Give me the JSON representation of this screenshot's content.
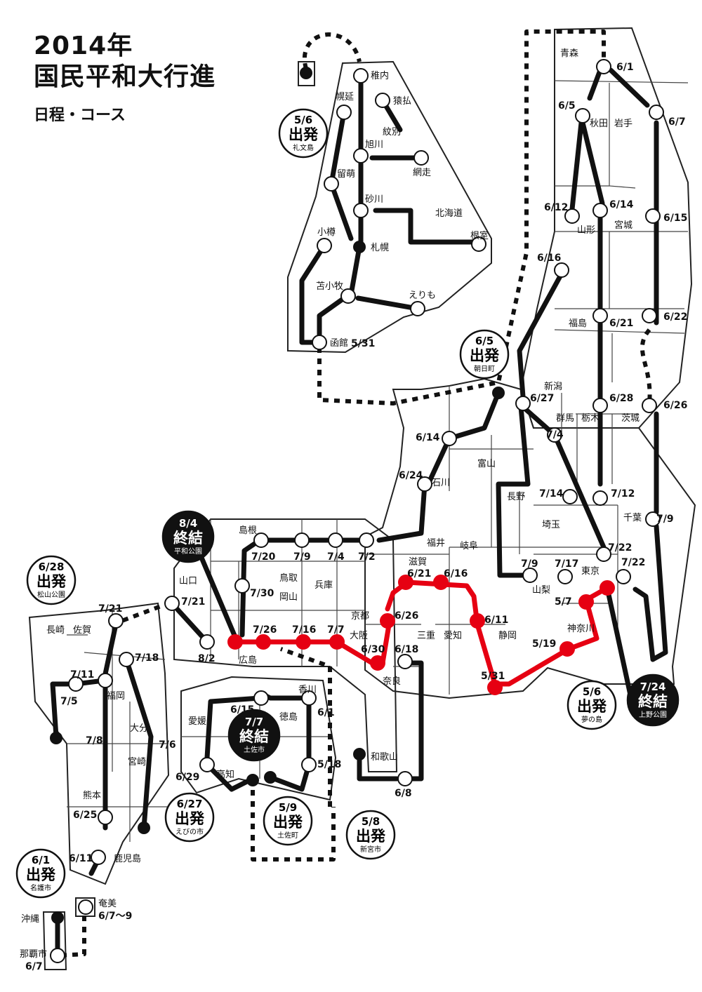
{
  "header": {
    "year": "2014年",
    "title": "国民平和大行進",
    "subtitle": "日程・コース"
  },
  "colors": {
    "route": "#111111",
    "highlight": "#e60012",
    "background": "#ffffff"
  },
  "labels": {
    "hokkaido": "北海道",
    "wakkanai": "稚内",
    "sarufutsu": "猿払",
    "horonobe": "幌延",
    "monbetsu": "紋別",
    "asahikawa": "旭川",
    "abashiri": "網走",
    "rumoi": "留萌",
    "sunagawa": "砂川",
    "sapporo": "札幌",
    "otaru": "小樽",
    "nemuro": "根室",
    "tomakomai": "苫小牧",
    "erimo": "えりも",
    "hakodate": "函館",
    "aomori": "青森",
    "akita": "秋田",
    "iwate": "岩手",
    "yamagata": "山形",
    "miyagi": "宮城",
    "fukushima": "福島",
    "niigata": "新潟",
    "gunma": "群馬",
    "tochigi": "栃木",
    "ibaraki": "茨城",
    "toyama": "富山",
    "ishikawa": "石川",
    "nagano": "長野",
    "saitama": "埼玉",
    "chiba": "千葉",
    "tokyo": "東京",
    "yamanashi": "山梨",
    "kanagawa": "神奈川",
    "shizuoka": "静岡",
    "aichi": "愛知",
    "gifu": "岐阜",
    "fukui": "福井",
    "shiga": "滋賀",
    "kyoto": "京都",
    "mie": "三重",
    "osaka": "大阪",
    "nara": "奈良",
    "wakayama": "和歌山",
    "hyogo": "兵庫",
    "tottori": "鳥取",
    "shimane": "島根",
    "okayama": "岡山",
    "hiroshima": "広島",
    "yamaguchi": "山口",
    "kagawa": "香川",
    "tokushima": "徳島",
    "ehime": "愛媛",
    "kochi": "高知",
    "nagasaki": "長崎",
    "saga": "佐賀",
    "fukuoka": "福岡",
    "oita": "大分",
    "kumamoto": "熊本",
    "miyazaki": "宮崎",
    "kagoshima": "鹿児島",
    "amami": "奄美",
    "okinawa": "沖縄",
    "naha": "那覇市"
  },
  "dates": {
    "d531h": "5/31",
    "d61": "6/1",
    "d65": "6/5",
    "d67": "6/7",
    "d612": "6/12",
    "d614e": "6/14",
    "d615": "6/15",
    "d616e": "6/16",
    "d621e": "6/21",
    "d622": "6/22",
    "d627": "6/27",
    "d628": "6/28",
    "d626e": "6/26",
    "d614w": "6/14",
    "d624": "6/24",
    "d74": "7/4",
    "d714": "7/14",
    "d712": "7/12",
    "d79e": "7/9",
    "d722a": "7/22",
    "d722b": "7/22",
    "d79c": "7/9",
    "d717": "7/17",
    "d57": "5/7",
    "d519": "5/19",
    "d531c": "5/31",
    "d611": "6/11",
    "d626c": "6/26",
    "d621c": "6/21",
    "d616c": "6/16",
    "d630": "6/30",
    "d618": "6/18",
    "d68": "6/8",
    "d720": "7/20",
    "d79w": "7/9",
    "d74w": "7/4",
    "d72": "7/2",
    "d730": "7/30",
    "d726": "7/26",
    "d716": "7/16",
    "d77": "7/7",
    "d721a": "7/21",
    "d721b": "7/21",
    "d82": "8/2",
    "d61s": "6/1",
    "d615s": "6/15",
    "d629": "6/29",
    "d518": "5/18",
    "d718": "7/18",
    "d711": "7/11",
    "d75": "7/5",
    "d78": "7/8",
    "d76": "7/6",
    "d625": "6/25",
    "d611k": "6/11",
    "d67n": "6/7",
    "d679": "6/7～9"
  },
  "badges": [
    {
      "date": "5/6",
      "kind": "出発",
      "place": "礼文島",
      "dark": false
    },
    {
      "date": "6/5",
      "kind": "出発",
      "place": "朝日町",
      "dark": false
    },
    {
      "date": "8/4",
      "kind": "終結",
      "place": "平和公園",
      "dark": true
    },
    {
      "date": "6/28",
      "kind": "出発",
      "place": "松山公園",
      "dark": false
    },
    {
      "date": "7/7",
      "kind": "終結",
      "place": "土佐市",
      "dark": true
    },
    {
      "date": "6/27",
      "kind": "出発",
      "place": "えびの市",
      "dark": false
    },
    {
      "date": "5/9",
      "kind": "出発",
      "place": "土佐町",
      "dark": false
    },
    {
      "date": "5/8",
      "kind": "出発",
      "place": "新宮市",
      "dark": false
    },
    {
      "date": "6/1",
      "kind": "出発",
      "place": "名護市",
      "dark": false
    },
    {
      "date": "5/6",
      "kind": "出発",
      "place": "夢の島",
      "dark": false
    },
    {
      "date": "7/24",
      "kind": "終結",
      "place": "上野公園",
      "dark": true
    }
  ]
}
